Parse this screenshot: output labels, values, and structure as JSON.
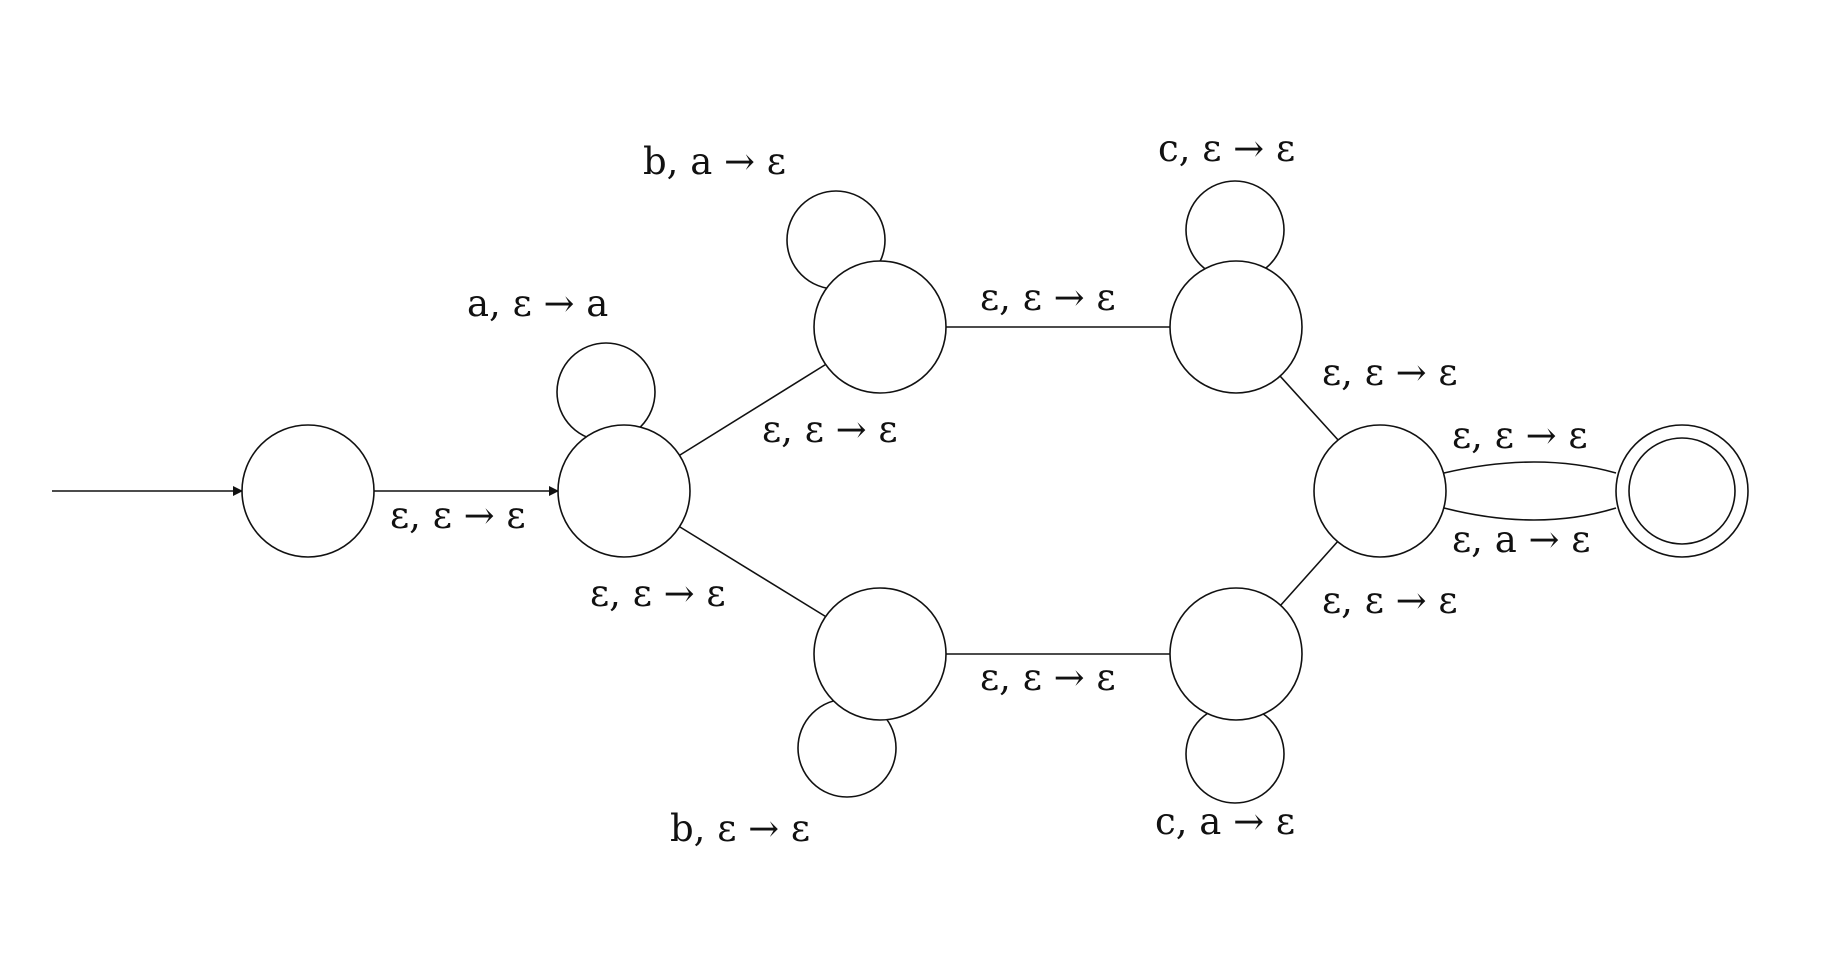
{
  "diagram": {
    "states": [
      {
        "id": "q0",
        "start": true,
        "accepting": false
      },
      {
        "id": "q1",
        "accepting": false
      },
      {
        "id": "q2",
        "accepting": false
      },
      {
        "id": "q3",
        "accepting": false
      },
      {
        "id": "q4",
        "accepting": false
      },
      {
        "id": "q5",
        "accepting": false
      },
      {
        "id": "q6",
        "accepting": false
      },
      {
        "id": "q7",
        "accepting": true
      }
    ],
    "transitions": [
      {
        "from": "q0",
        "to": "q1",
        "label": "ε, ε → ε"
      },
      {
        "from": "q1",
        "to": "q1",
        "label": "a, ε → a"
      },
      {
        "from": "q1",
        "to": "q2",
        "label": "ε, ε → ε"
      },
      {
        "from": "q1",
        "to": "q4",
        "label": "ε, ε → ε"
      },
      {
        "from": "q2",
        "to": "q2",
        "label": "b, a → ε"
      },
      {
        "from": "q2",
        "to": "q3",
        "label": "ε, ε → ε"
      },
      {
        "from": "q3",
        "to": "q3",
        "label": "c, ε → ε"
      },
      {
        "from": "q3",
        "to": "q6",
        "label": "ε, ε → ε"
      },
      {
        "from": "q4",
        "to": "q4",
        "label": "b, ε → ε"
      },
      {
        "from": "q4",
        "to": "q5",
        "label": "ε, ε → ε"
      },
      {
        "from": "q5",
        "to": "q5",
        "label": "c, a → ε"
      },
      {
        "from": "q5",
        "to": "q6",
        "label": "ε, ε → ε"
      },
      {
        "from": "q6",
        "to": "q7",
        "label": "ε, ε → ε"
      },
      {
        "from": "q6",
        "to": "q7",
        "label": "ε, a → ε"
      }
    ]
  }
}
